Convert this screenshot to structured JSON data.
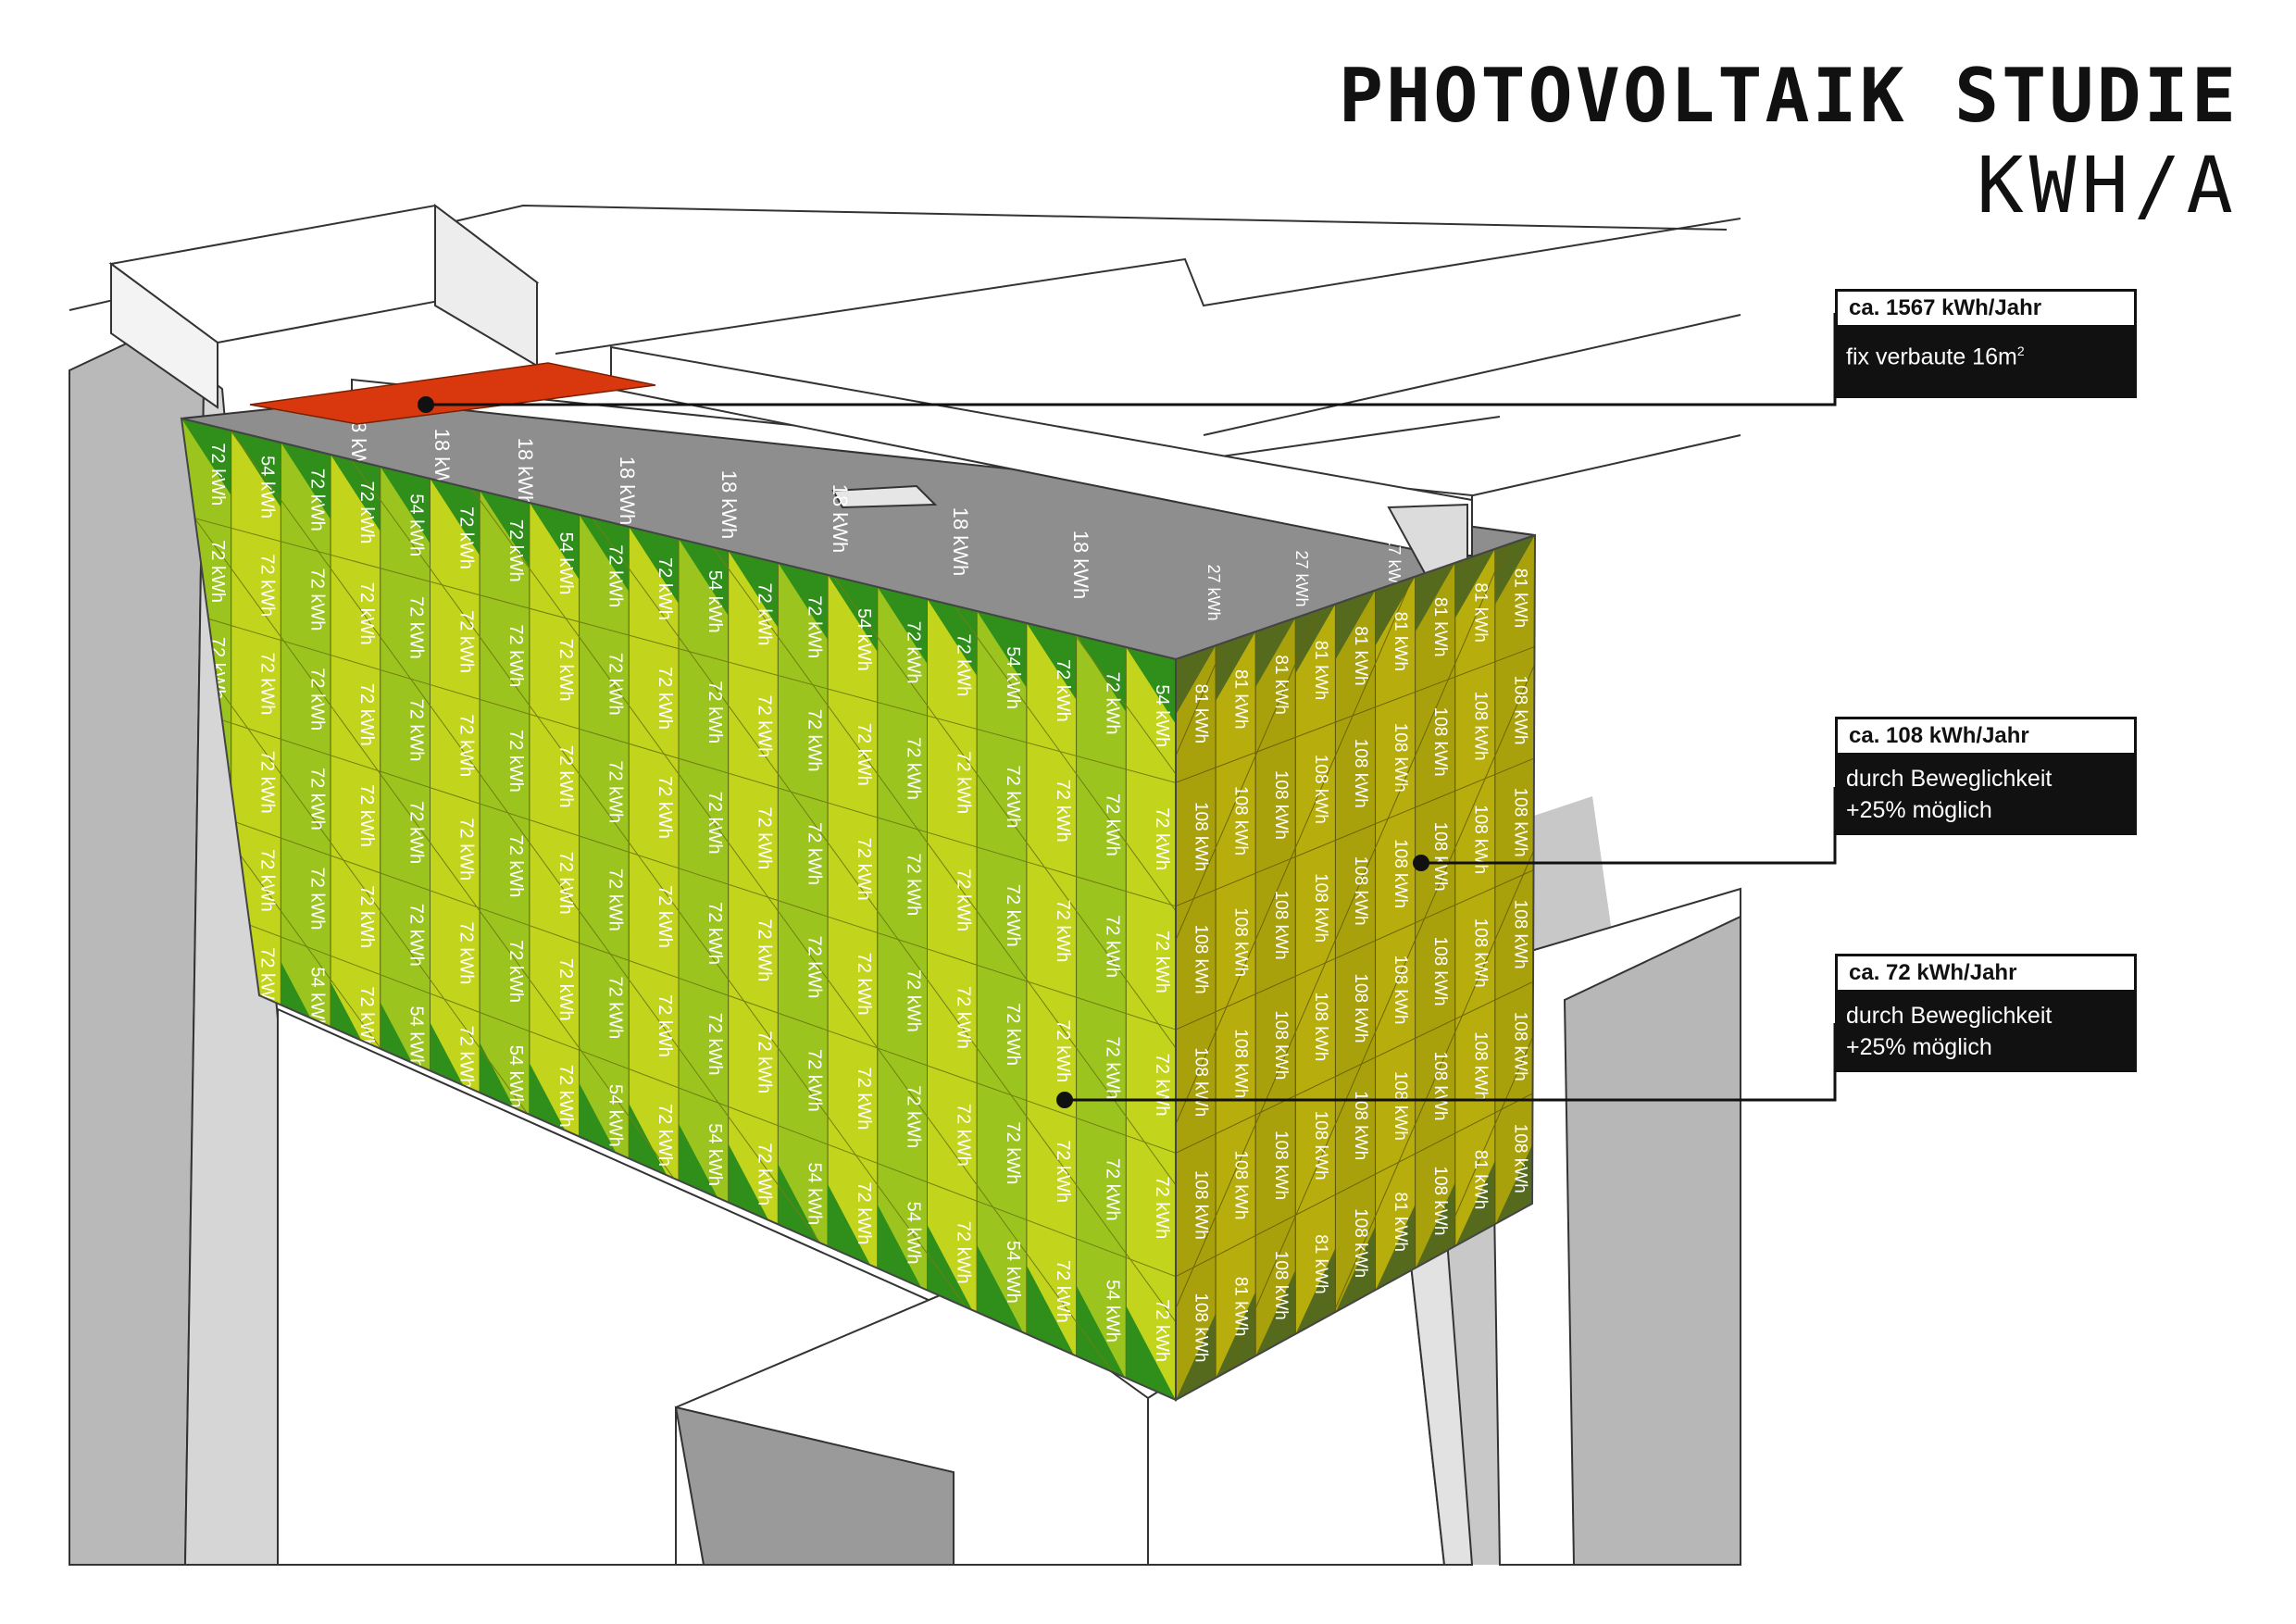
{
  "title": {
    "main": "PHOTOVOLTAIK STUDIE",
    "unit": "KWH/A"
  },
  "callouts": [
    {
      "value": "ca. 1567 kWh/Jahr",
      "note": "fix verbaute 16m",
      "note_sup": "2"
    },
    {
      "value": "ca. 108 kWh/Jahr",
      "note_line1": "durch Beweglichkeit",
      "note_line2": "+25% möglich"
    },
    {
      "value": "ca. 72 kWh/Jahr",
      "note_line1": "durch Beweglichkeit",
      "note_line2": "+25% möglich"
    }
  ],
  "panel_labels": {
    "roof": "18 kWh",
    "front_main": "72 kWh",
    "front_edge": "54 kWh",
    "side_main": "108 kWh",
    "side_edge": "81 kWh",
    "side_top": "27 kWh"
  },
  "colors": {
    "front_light": "#c3d41c",
    "front_mid": "#9cc41e",
    "front_dark": "#2f8f1a",
    "side_main": "#b7ae0e",
    "side_dark": "#556a1c",
    "roof_panel": "#d9380e",
    "roof_gray": "#8e8e8e",
    "context_gray": "#b9b9b9",
    "shadow_gray": "#c8c8c8"
  }
}
